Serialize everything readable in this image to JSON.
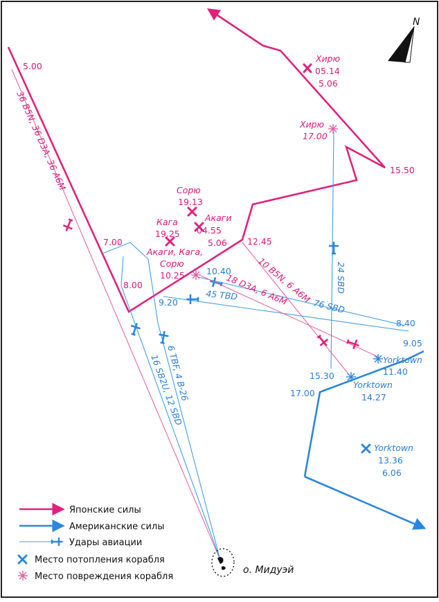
{
  "colors": {
    "japanese": "#e0217d",
    "american": "#2a86e0",
    "air": "#3fa0e6",
    "airPink": "#e65aa0",
    "text": "#111111",
    "frame": "#222222"
  },
  "compass": {
    "label": "N"
  },
  "japanese_route_times": [
    "5.00",
    "7.00",
    "8.00",
    "12.45",
    "15.50"
  ],
  "american_route_times": [
    "17.00",
    "15.30",
    "9.20",
    "10.40",
    "8.40",
    "9.05"
  ],
  "ships": {
    "hiryu_sink": {
      "name": "Хирю",
      "time1": "05.14",
      "time2": "5.06"
    },
    "hiryu_damage": {
      "name": "Хирю",
      "time": "17.00"
    },
    "soryu_sink": {
      "name": "Сорю",
      "time": "19.13"
    },
    "kaga_sink": {
      "name": "Кага",
      "time": "19.25"
    },
    "akagi_sink": {
      "name": "Акаги",
      "time1": "04.55",
      "time2": "5.06"
    },
    "group_damage": {
      "name1": "Акаги, Кага,",
      "name2": "Сорю",
      "time": "10.25"
    },
    "yorktown_damage1": {
      "name": "Yorktown",
      "time": "11.40"
    },
    "yorktown_damage2": {
      "name": "Yorktown",
      "time": "14.27"
    },
    "yorktown_sink": {
      "name": "Yorktown",
      "time1": "13.36",
      "time2": "6.06"
    }
  },
  "strikes": {
    "japanese_first": "36 B5N, 36 D3A, 36 A6M",
    "midway_torpedo": "6 TBF, 4 B-26",
    "midway_dive": "16 SB2U, 12 SBD",
    "tbd": "45 TBD",
    "sbd76": "76 SBD",
    "d3a": "18 D3A, 6 A6M",
    "b5n": "10 B5N, 6 A6M",
    "sbd24": "24 SBD"
  },
  "island": {
    "label": "о. Мидуэй"
  },
  "legend": {
    "items": [
      {
        "label": "Японские силы"
      },
      {
        "label": "Американские силы"
      },
      {
        "label": "Удары авиации"
      },
      {
        "label": "Место потопления корабля"
      },
      {
        "label": "Место повреждения корабля"
      }
    ]
  }
}
